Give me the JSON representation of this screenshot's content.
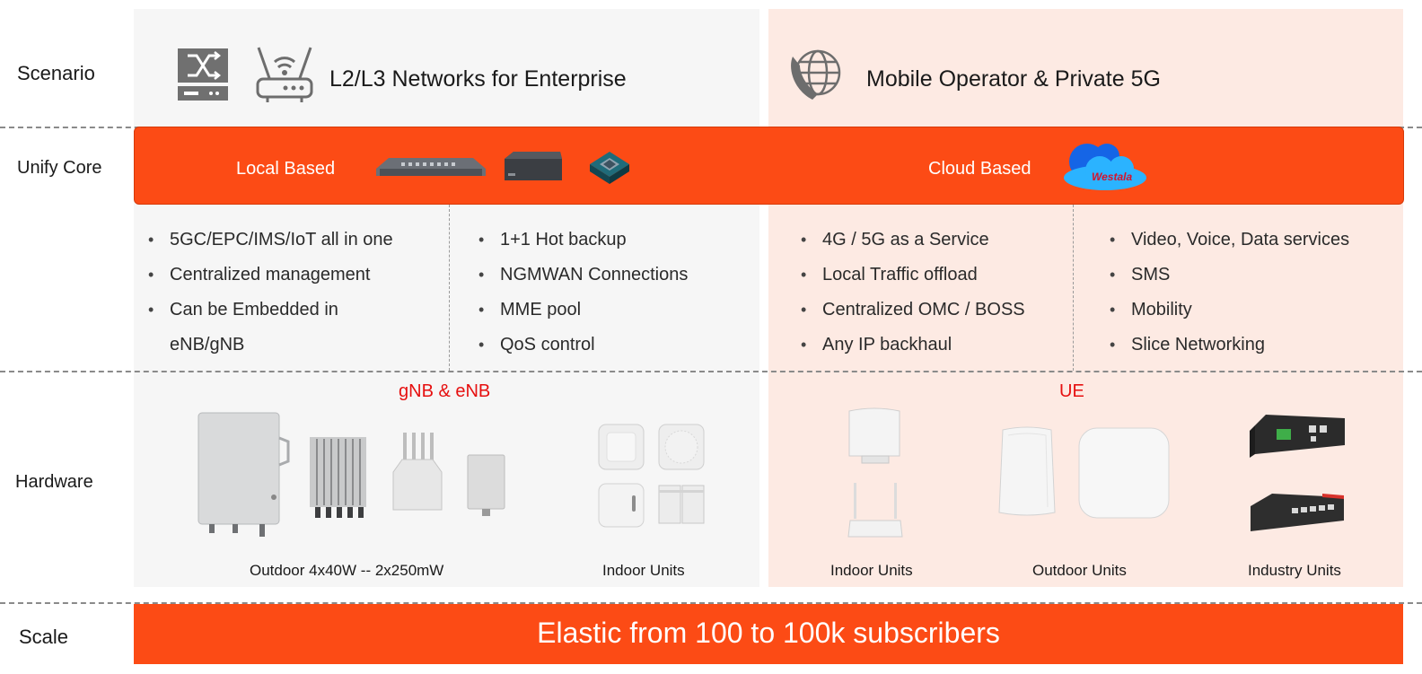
{
  "rows": {
    "scenario": "Scenario",
    "unify_core": "Unify Core",
    "hardware": "Hardware",
    "scale": "Scale"
  },
  "scenario": {
    "left_title": "L2/L3 Networks for Enterprise",
    "right_title": "Mobile Operator & Private 5G"
  },
  "core": {
    "local_label": "Local Based",
    "cloud_label": "Cloud Based",
    "cloud_logo_text": "Westala"
  },
  "features": {
    "col1": [
      "5GC/EPC/IMS/IoT all in one",
      "Centralized management",
      "Can be Embedded in",
      "eNB/gNB"
    ],
    "col2": [
      "1+1 Hot backup",
      "NGMWAN Connections",
      "MME pool",
      "QoS control"
    ],
    "col3": [
      "4G / 5G as a Service",
      "Local Traffic offload",
      "Centralized OMC / BOSS",
      "Any IP backhaul"
    ],
    "col4": [
      "Video, Voice, Data services",
      "SMS",
      "Mobility",
      "Slice Networking"
    ]
  },
  "hardware": {
    "left_title": "gNB & eNB",
    "right_title": "UE",
    "captions": {
      "outdoor_bs": "Outdoor 4x40W -- 2x250mW",
      "indoor_bs": "Indoor Units",
      "ue_indoor": "Indoor Units",
      "ue_outdoor": "Outdoor Units",
      "ue_industry": "Industry Units"
    }
  },
  "scale": {
    "text": "Elastic from 100 to 100k subscribers"
  },
  "colors": {
    "accent": "#fc4b15",
    "title_red": "#e61010",
    "left_panel": "#f6f6f6",
    "right_panel": "#fdeae3"
  }
}
